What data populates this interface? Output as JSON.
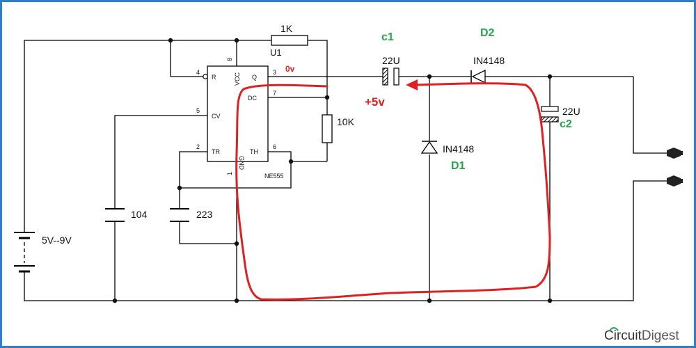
{
  "ic": {
    "ref": "U1",
    "part": "NE555",
    "pins": {
      "r_name": "R",
      "r_num": "4",
      "vcc_name": "VCC",
      "vcc_num": "8",
      "q_name": "Q",
      "q_num": "3",
      "dc_name": "DC",
      "dc_num": "7",
      "cv_name": "CV",
      "cv_num": "5",
      "tr_name": "TR",
      "tr_num": "2",
      "th_name": "TH",
      "th_num": "6",
      "gnd_name": "GND",
      "gnd_num": "1"
    }
  },
  "components": {
    "r1": "1K",
    "r2": "10K",
    "c_cv": "104",
    "c_timing": "223",
    "battery": "5V--9V",
    "c1_value": "22U",
    "c1_label": "c1",
    "c2_value": "22U",
    "c2_label": "c2",
    "d1_part": "IN4148",
    "d1_label": "D1",
    "d2_part": "IN4148",
    "d2_label": "D2"
  },
  "annotations": {
    "output_state": "0v",
    "cap_voltage": "+5v",
    "path_color": "#e02020"
  },
  "brand": {
    "name_part1": "Circuit",
    "name_part2": "Digest"
  }
}
